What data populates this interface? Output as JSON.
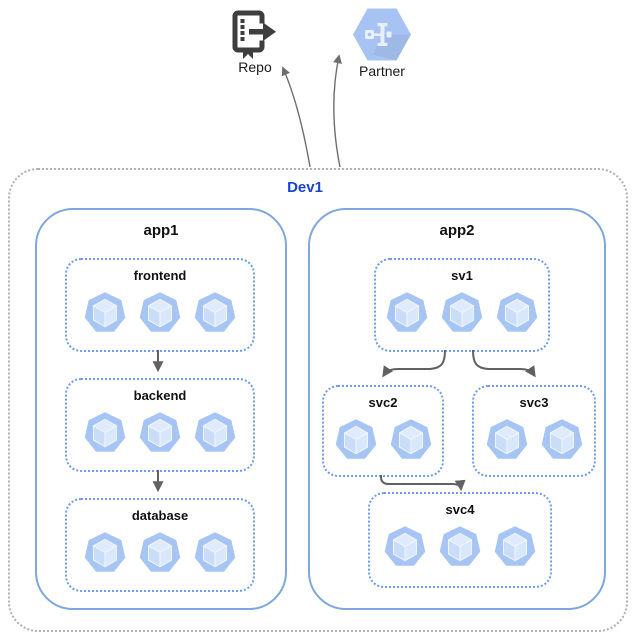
{
  "external": {
    "repo": {
      "label": "Repo",
      "icon": "source-repository-icon"
    },
    "partner": {
      "label": "Partner",
      "icon": "partner-hexagon-icon"
    }
  },
  "boundary": {
    "label": "Dev1"
  },
  "groups": {
    "app1": {
      "label": "app1"
    },
    "app2": {
      "label": "app2"
    }
  },
  "services": {
    "frontend": {
      "label": "frontend",
      "pods": 3
    },
    "backend": {
      "label": "backend",
      "pods": 3
    },
    "database": {
      "label": "database",
      "pods": 3
    },
    "sv1": {
      "label": "sv1",
      "pods": 3
    },
    "svc2": {
      "label": "svc2",
      "pods": 2
    },
    "svc3": {
      "label": "svc3",
      "pods": 2
    },
    "svc4": {
      "label": "svc4",
      "pods": 3
    }
  },
  "edges": [
    {
      "from": "frontend",
      "to": "backend"
    },
    {
      "from": "backend",
      "to": "database"
    },
    {
      "from": "sv1",
      "to": "svc2"
    },
    {
      "from": "sv1",
      "to": "svc3"
    },
    {
      "from": "svc2",
      "to": "svc4"
    },
    {
      "from": "Dev1",
      "to": "Repo"
    },
    {
      "from": "Dev1",
      "to": "Partner"
    }
  ],
  "colors": {
    "boundary_border": "#b0b0b0",
    "group_border": "#7ea6e0",
    "service_border": "#6b9bf2",
    "boundary_label": "#1745d0",
    "arrow": "#616161",
    "pod_fill": "#a6c5f4",
    "repo_icon": "#3e3e3e",
    "partner_hexagon": "#a7c3f3"
  }
}
